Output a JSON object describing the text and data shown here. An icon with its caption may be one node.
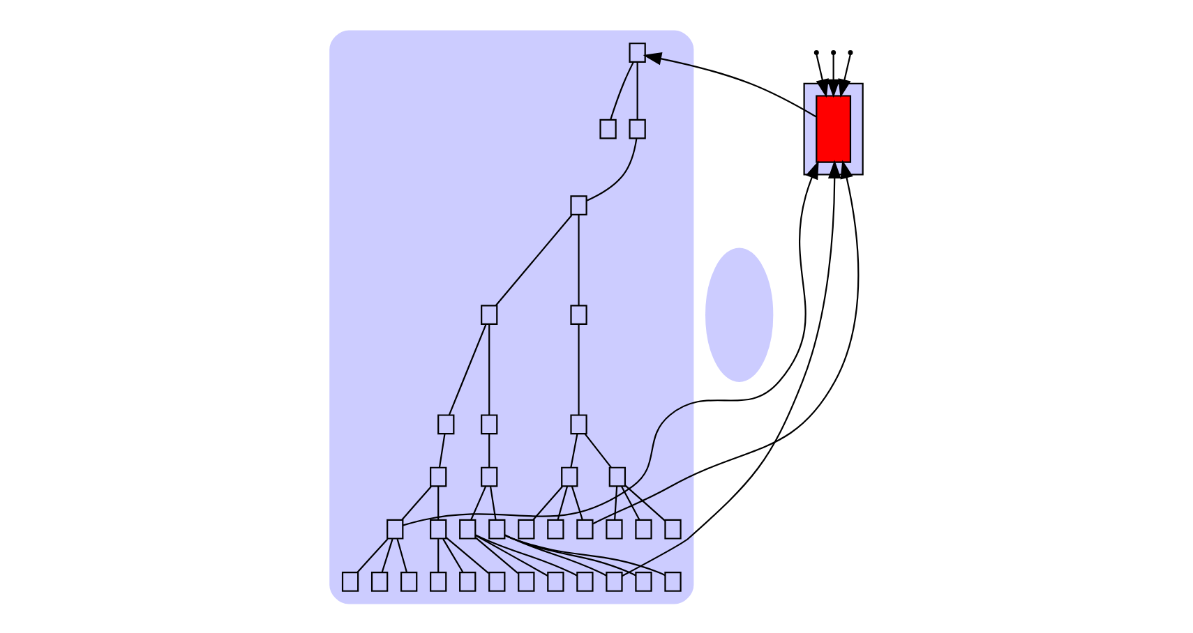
{
  "diagram": {
    "nodes": [
      {
        "text": [],
        "shape": "cloud"
      },
      {
        "text": [],
        "shape": "box",
        "in": 0
      },
      {
        "text": [],
        "shape": "box",
        "in": 0
      },
      {
        "text": [],
        "shape": "box",
        "in": 0
      },
      {
        "text": [],
        "shape": "box",
        "in": 0
      },
      {
        "text": [],
        "shape": "box",
        "in": 0
      },
      {
        "text": [],
        "shape": "box",
        "in": 0
      },
      {
        "text": [],
        "shape": "box",
        "in": 0
      },
      {
        "text": [],
        "shape": "box",
        "in": 0
      },
      {
        "text": [],
        "shape": "box",
        "in": 0
      },
      {
        "text": [],
        "shape": "box",
        "in": 0
      },
      {
        "text": [],
        "shape": "box",
        "in": 0
      },
      {
        "text": [],
        "shape": "box",
        "in": 0
      },
      {
        "text": [],
        "shape": "box",
        "in": 0
      },
      {
        "text": [],
        "shape": "box",
        "in": 0
      },
      {
        "text": [],
        "shape": "box",
        "in": 0
      },
      {
        "text": [],
        "shape": "box",
        "in": 0
      },
      {
        "text": [],
        "shape": "box",
        "in": 0
      },
      {
        "text": [],
        "shape": "box",
        "in": 0
      },
      {
        "text": [],
        "shape": "box",
        "in": 0
      },
      {
        "text": [],
        "shape": "box",
        "in": 0
      },
      {
        "text": [],
        "shape": "box",
        "in": 0
      },
      {
        "text": [],
        "shape": "box",
        "in": 0
      },
      {
        "text": [],
        "shape": "box",
        "in": 0
      },
      {
        "text": [],
        "shape": "box",
        "in": 0
      },
      {
        "text": [],
        "shape": "box",
        "in": 0
      },
      {
        "text": [],
        "shape": "box",
        "in": 0
      },
      {
        "text": [],
        "shape": "box",
        "in": 0
      },
      {
        "text": [],
        "shape": "box",
        "in": 0
      },
      {
        "text": [],
        "shape": "box",
        "in": 0
      },
      {
        "text": [],
        "shape": "box",
        "in": 0
      },
      {
        "text": [],
        "shape": "box",
        "in": 0
      },
      {
        "text": [],
        "shape": "box",
        "in": 0
      },
      {
        "text": [],
        "shape": "box",
        "in": 0
      },
      {
        "text": [],
        "shape": "box",
        "in": 0
      },
      {
        "text": [],
        "shape": "box",
        "in": 0
      },
      {
        "text": [],
        "shape": "ellipse"
      },
      {
        "text": [],
        "shape": "ellipse"
      },
      {
        "text": [],
        "shape": "bar",
        "in": 37
      }
    ],
    "edges": [
      {
        "from": 38,
        "to": 1,
        "arrow": "to"
      },
      {
        "from": 1,
        "to": 2,
        "arrow": "none"
      },
      {
        "from": 1,
        "to": 3,
        "arrow": "none"
      },
      {
        "from": 3,
        "to": 4,
        "arrow": "none"
      },
      {
        "from": 4,
        "to": 5,
        "arrow": "none"
      },
      {
        "from": 4,
        "to": 6,
        "arrow": "none"
      },
      {
        "from": 5,
        "to": 7,
        "arrow": "none"
      },
      {
        "from": 5,
        "to": 8,
        "arrow": "none"
      },
      {
        "from": 7,
        "to": 9,
        "arrow": "none"
      },
      {
        "from": 8,
        "to": 10,
        "arrow": "none"
      },
      {
        "from": 6,
        "to": 11,
        "arrow": "none"
      },
      {
        "from": 9,
        "to": 12,
        "arrow": "none"
      },
      {
        "from": 9,
        "to": 13,
        "arrow": "none"
      },
      {
        "from": 10,
        "to": 14,
        "arrow": "none"
      },
      {
        "from": 10,
        "to": 15,
        "arrow": "none"
      },
      {
        "from": 11,
        "to": 16,
        "arrow": "none"
      },
      {
        "from": 11,
        "to": 17,
        "arrow": "none"
      },
      {
        "from": 12,
        "to": 18,
        "arrow": "none"
      },
      {
        "from": 12,
        "to": 19,
        "arrow": "none"
      },
      {
        "from": 12,
        "to": 20,
        "arrow": "none"
      },
      {
        "from": 13,
        "to": 21,
        "arrow": "none"
      },
      {
        "from": 13,
        "to": 22,
        "arrow": "none"
      },
      {
        "from": 13,
        "to": 23,
        "arrow": "none"
      },
      {
        "from": 14,
        "to": 24,
        "arrow": "none"
      },
      {
        "from": 14,
        "to": 25,
        "arrow": "none"
      },
      {
        "from": 14,
        "to": 26,
        "arrow": "none"
      },
      {
        "from": 15,
        "to": 27,
        "arrow": "none"
      },
      {
        "from": 15,
        "to": 28,
        "arrow": "none"
      },
      {
        "from": 15,
        "to": 29,
        "arrow": "none"
      },
      {
        "from": 16,
        "to": 30,
        "arrow": "none"
      },
      {
        "from": 16,
        "to": 31,
        "arrow": "none"
      },
      {
        "from": 16,
        "to": 32,
        "arrow": "none"
      },
      {
        "from": 17,
        "to": 33,
        "arrow": "none"
      },
      {
        "from": 17,
        "to": 34,
        "arrow": "none"
      },
      {
        "from": 17,
        "to": 35,
        "arrow": "none"
      },
      {
        "from": 12,
        "to": 38,
        "arrow": "to"
      },
      {
        "from": 27,
        "to": 38,
        "arrow": "to"
      },
      {
        "from": 32,
        "to": 38,
        "arrow": "to"
      },
      {
        "from": null,
        "to": 38,
        "arrow": "to"
      },
      {
        "from": null,
        "to": 38,
        "arrow": "to"
      },
      {
        "from": null,
        "to": 38,
        "arrow": "to"
      }
    ]
  }
}
